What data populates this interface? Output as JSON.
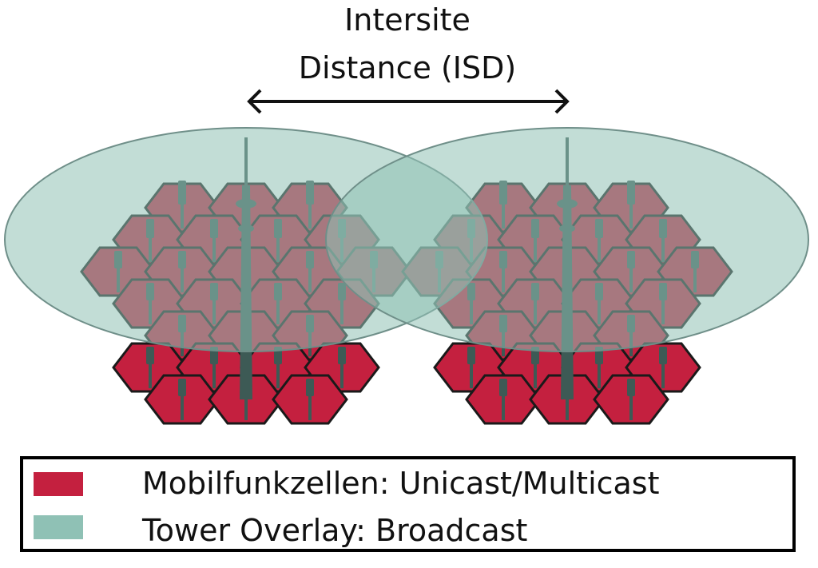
{
  "title": {
    "line1": "Intersite",
    "line2": "Distance (ISD)"
  },
  "legend": {
    "items": [
      {
        "label": "Mobilfunkzellen: Unicast/Multicast",
        "color": "#c4203f"
      },
      {
        "label": "Tower Overlay: Broadcast",
        "color": "#8fc1b5"
      }
    ]
  },
  "colors": {
    "cell_fill": "#c4203f",
    "cell_stroke": "#1a1a1a",
    "overlay_fill": "#8fc1b5",
    "overlay_stroke": "#6f8f89",
    "antenna": "#3d5a55",
    "arrow": "#111111"
  },
  "clusters": 2
}
